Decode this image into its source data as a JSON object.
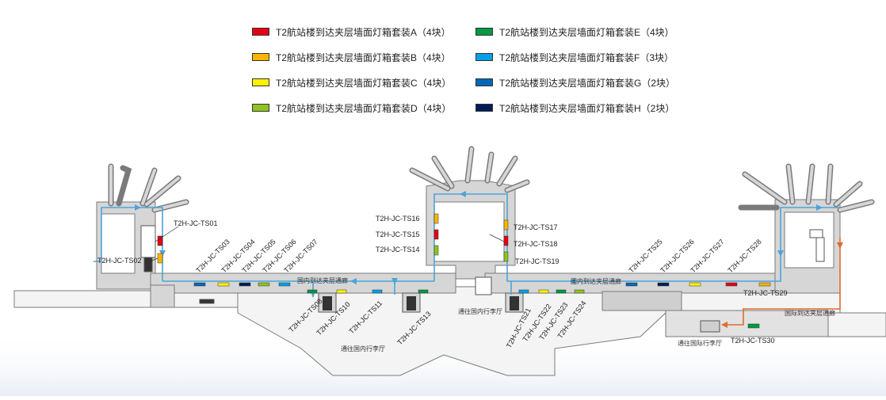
{
  "legend": {
    "items": [
      {
        "label": "T2航站楼到达夹层墙面灯箱套装A（4块）",
        "color": "#e60012"
      },
      {
        "label": "T2航站楼到达夹层墙面灯箱套装B（4块）",
        "color": "#f8b500"
      },
      {
        "label": "T2航站楼到达夹层墙面灯箱套装C（4块）",
        "color": "#fff100"
      },
      {
        "label": "T2航站楼到达夹层墙面灯箱套装D（4块）",
        "color": "#8fc31f"
      },
      {
        "label": "T2航站楼到达夹层墙面灯箱套装E（4块）",
        "color": "#009944"
      },
      {
        "label": "T2航站楼到达夹层墙面灯箱套装F（3块）",
        "color": "#00a0e9"
      },
      {
        "label": "T2航站楼到达夹层墙面灯箱套装G（2块）",
        "color": "#0068b7"
      },
      {
        "label": "T2航站楼到达夹层墙面灯箱套装H（2块）",
        "color": "#001c58"
      }
    ]
  },
  "map": {
    "colors": {
      "building": "#d6d6d6",
      "walkway": "#a5a5a5",
      "outline": "#7a7a7a",
      "route": "#4da3d8",
      "intl_route": "#e06a2c"
    },
    "labels": {
      "ts01": "T2H-JC-TS01",
      "ts02": "T2H-JC-TS02",
      "ts03": "T2H-JC-TS03",
      "ts04": "T2H-JC-TS04",
      "ts05": "T2H-JC-TS05",
      "ts06": "T2H-JC-TS06",
      "ts07": "T2H-JC-TS07",
      "ts08": "T2H-JC-TS08",
      "ts10": "T2H-JC-TS10",
      "ts11": "T2H-JC-TS11",
      "ts13": "T2H-JC-TS13",
      "ts14": "T2H-JC-TS14",
      "ts15": "T2H-JC-TS15",
      "ts16": "T2H-JC-TS16",
      "ts17": "T2H-JC-TS17",
      "ts18": "T2H-JC-TS18",
      "ts19": "T2H-JC-TS19",
      "ts21": "T2H-JC-TS21",
      "ts22": "T2H-JC-TS22",
      "ts23": "T2H-JC-TS23",
      "ts24": "T2H-JC-TS24",
      "ts25": "T2H-JC-TS25",
      "ts26": "T2H-JC-TS26",
      "ts27": "T2H-JC-TS27",
      "ts28": "T2H-JC-TS28",
      "ts29": "T2H-JC-TS29",
      "ts30": "T2H-JC-TS30"
    },
    "areas": {
      "domestic_corridor_1": "国内到达夹层通廊",
      "domestic_corridor_2": "国内到达夹层通廊",
      "to_domestic_baggage_1": "通往国内行李厅",
      "to_domestic_baggage_2": "通往国内行李厅",
      "intl_corridor": "国际到达夹层通廊",
      "to_intl_baggage": "通往国际行李厅"
    }
  }
}
